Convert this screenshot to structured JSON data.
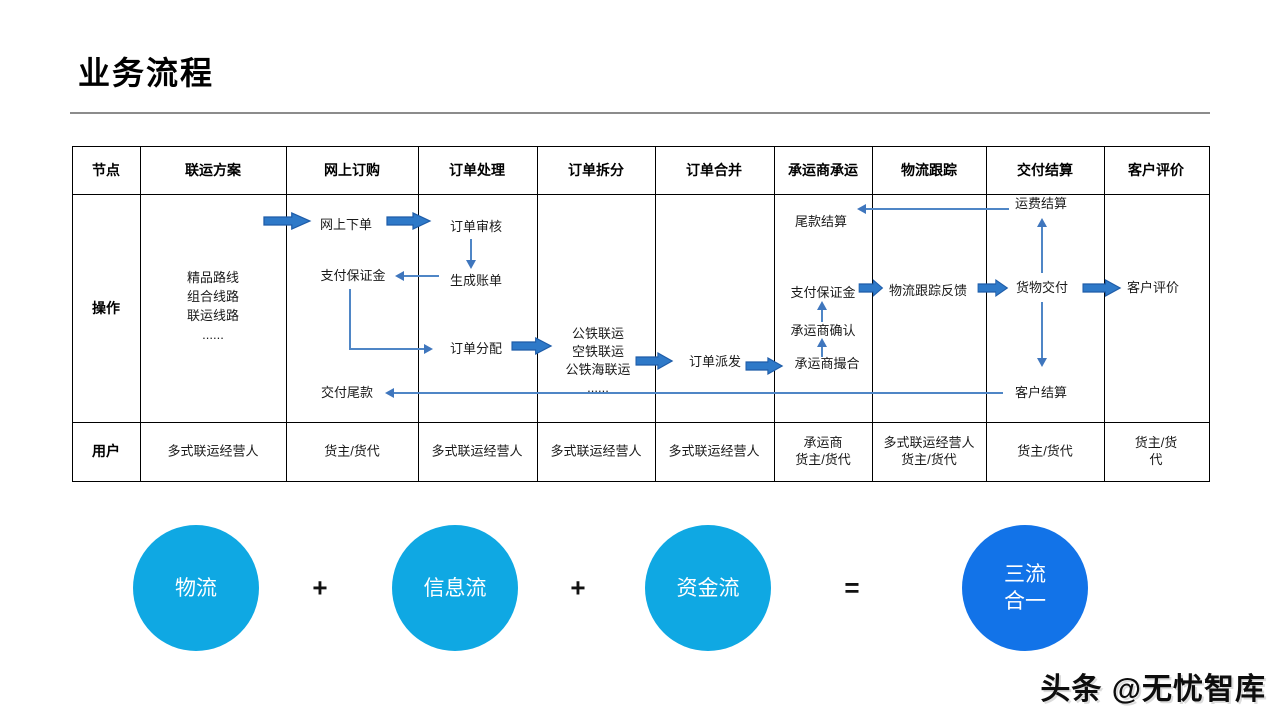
{
  "page": {
    "title": "业务流程",
    "watermark": "头条 @无忧智库"
  },
  "table": {
    "headers": [
      "节点",
      "联运方案",
      "网上订购",
      "订单处理",
      "订单拆分",
      "订单合并",
      "承运商承运",
      "物流跟踪",
      "交付结算",
      "客户评价"
    ],
    "row_labels": {
      "operation": "操作",
      "user": "用户"
    },
    "flow": {
      "plan_options": "精品路线\n组合线路\n联运线路\n......",
      "order_place": "网上下单",
      "pay_deposit": "支付保证金",
      "pay_balance": "交付尾款",
      "order_review": "订单审核",
      "gen_bill": "生成账单",
      "order_assign": "订单分配",
      "split_modes": "公铁联运\n空铁联运\n公铁海联运\n......",
      "order_dispatch": "订单派发",
      "carrier_match": "承运商撮合",
      "carrier_confirm": "承运商确认",
      "carrier_deposit": "支付保证金",
      "balance_settlement": "尾款结算",
      "freight_settlement": "运费结算",
      "tracking_feedback": "物流跟踪反馈",
      "goods_delivery": "货物交付",
      "customer_settlement": "客户结算",
      "customer_review": "客户评价"
    },
    "users": [
      "多式联运经营人",
      "货主/货代",
      "多式联运经营人",
      "多式联运经营人",
      "多式联运经营人",
      "承运商\n货主/货代",
      "多式联运经营人\n货主/货代",
      "货主/货代",
      "货主/货代"
    ]
  },
  "bottom": {
    "circles": [
      {
        "label": "物流",
        "color": "#0fa8e3"
      },
      {
        "label": "信息流",
        "color": "#0fa8e3"
      },
      {
        "label": "资金流",
        "color": "#0fa8e3"
      },
      {
        "label": "三流\n合一",
        "color": "#1273e8"
      }
    ],
    "operators": [
      "+",
      "+",
      "="
    ],
    "arrow_color": "#2e79c8"
  }
}
